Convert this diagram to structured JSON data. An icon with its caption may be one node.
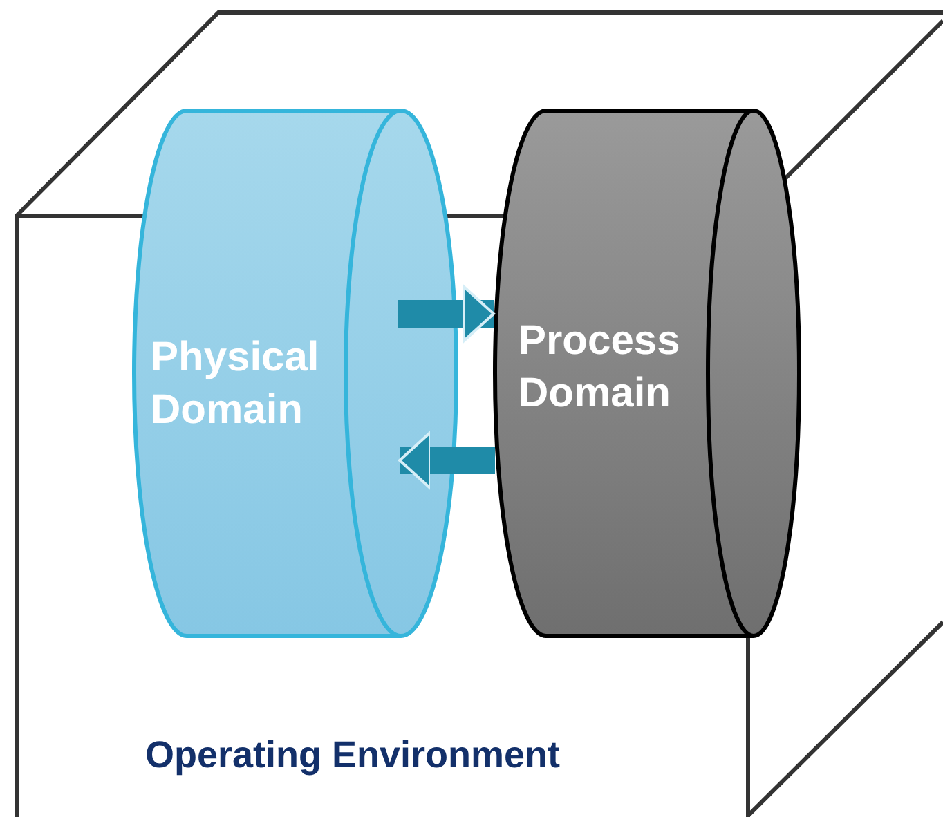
{
  "diagram": {
    "nodes": [
      {
        "text": [
          "Operating Environment"
        ]
      },
      {
        "text": [
          "Physical Domain"
        ],
        "in": 0
      },
      {
        "text": [
          "Process Domain"
        ],
        "in": 0
      }
    ],
    "edges": [
      {
        "from": 1,
        "to": 2,
        "arrow": "to"
      },
      {
        "from": 2,
        "to": 1,
        "arrow": "to"
      }
    ]
  }
}
